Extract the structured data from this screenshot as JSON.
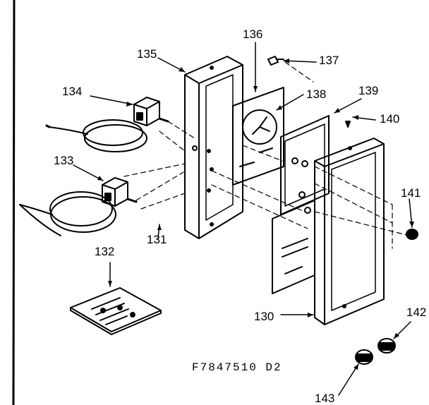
{
  "diagram": {
    "drawing_number": "F7847510 D2",
    "parts": [
      {
        "id": "p130",
        "label": "130"
      },
      {
        "id": "p131",
        "label": "131"
      },
      {
        "id": "p132",
        "label": "132"
      },
      {
        "id": "p133",
        "label": "133"
      },
      {
        "id": "p134",
        "label": "134"
      },
      {
        "id": "p135",
        "label": "135"
      },
      {
        "id": "p136",
        "label": "136"
      },
      {
        "id": "p137",
        "label": "137"
      },
      {
        "id": "p138",
        "label": "138"
      },
      {
        "id": "p139",
        "label": "139"
      },
      {
        "id": "p140",
        "label": "140"
      },
      {
        "id": "p141",
        "label": "141"
      },
      {
        "id": "p142",
        "label": "142"
      },
      {
        "id": "p143",
        "label": "143"
      }
    ]
  }
}
